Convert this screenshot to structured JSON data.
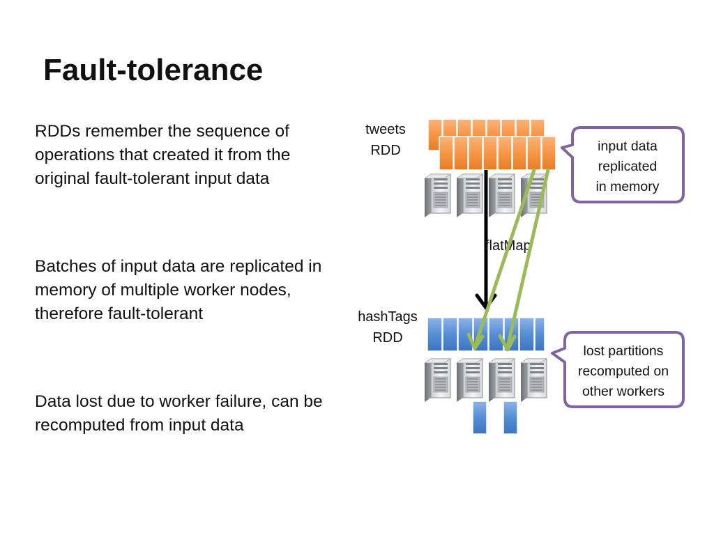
{
  "slide": {
    "title": "Fault-tolerance",
    "paragraphs": [
      "RDDs  remember the sequence of operations that created it from the original fault-tolerant input data",
      "Batches of input data are replicated in memory of multiple worker nodes, therefore fault-tolerant",
      "Data lost due to worker failure, can be recomputed from input data"
    ]
  },
  "diagram": {
    "tweets_label": [
      "tweets",
      "RDD"
    ],
    "hashtags_label": [
      "hashTags",
      "RDD"
    ],
    "operation_label": "flatMap",
    "callout_top": [
      "input data",
      "replicated",
      "in memory"
    ],
    "callout_bottom": [
      "lost partitions",
      "recomputed on",
      "other workers"
    ],
    "colors": {
      "orange": "#f79646",
      "blue": "#558ed5",
      "green": "#9bbb59",
      "callout_border": "#8064a2"
    },
    "icons": [
      "server-icon",
      "rdd-partition-icon",
      "arrow-icon"
    ]
  }
}
